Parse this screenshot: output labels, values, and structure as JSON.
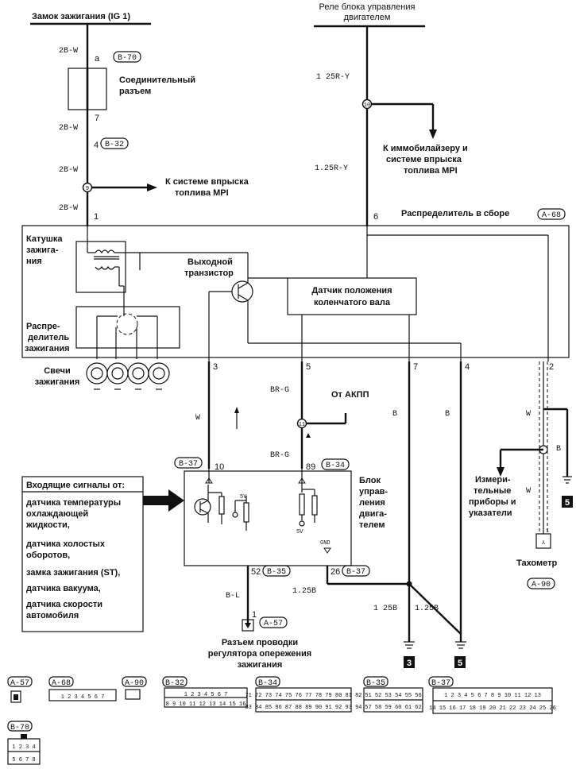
{
  "labels": {
    "ignition_switch": "Замок зажигания (IG 1)",
    "relay_line1": "Реле блока управления",
    "relay_line2": "двигателем",
    "connector_line1": "Соединительный",
    "connector_line2": "разъем",
    "to_mpi_1": "К системе впрыска",
    "to_mpi_2": "топлива MPI",
    "to_immo_1": "К иммобилайзеру и",
    "to_immo_2": "системе впрыска",
    "to_immo_3": "топлива MPI",
    "distributor_assembly": "Распределитель в сборе",
    "coil_1": "Катушка",
    "coil_2": "зажига-",
    "coil_3": "ния",
    "transistor_1": "Выходной",
    "transistor_2": "транзистор",
    "crank_sensor_1": "Датчик положения",
    "crank_sensor_2": "коленчатого вала",
    "distributor_1": "Распре-",
    "distributor_2": "делитель",
    "distributor_3": "зажигания",
    "plugs_1": "Свечи",
    "plugs_2": "зажигания",
    "from_akpp": "От АКПП",
    "ecu_1": "Блок",
    "ecu_2": "управ-",
    "ecu_3": "ления",
    "ecu_4": "двига-",
    "ecu_5": "телем",
    "gauges_1": "Измери-",
    "gauges_2": "тельные",
    "gauges_3": "приборы и",
    "gauges_4": "указатели",
    "tachometer": "Тахометр",
    "harness_1": "Разъем проводки",
    "harness_2": "регулятора опережения",
    "harness_3": "зажигания",
    "five_v_a": "5V",
    "five_v_b": "5V",
    "gnd": "GND"
  },
  "inputs": {
    "title": "Входящие сигналы от:",
    "items": [
      "датчика температуры",
      "охлаждающей",
      "жидкости,",
      "датчика холостых",
      "оборотов,",
      "замка зажигания (ST),",
      "датчика вакуума,",
      "датчика скорости",
      "автомобиля"
    ]
  },
  "wires": {
    "w1": "2B-W",
    "w2": "2B-W",
    "w3": "2B-W",
    "w4": "2B-W",
    "r1": "1 25R-Y",
    "r2": "1.25R-Y",
    "w_ecu": "W",
    "brg1": "BR-G",
    "brg2": "BR-G",
    "b1": "B",
    "b2": "B",
    "w_tach1": "W",
    "w_tach2": "W",
    "b_tach": "B",
    "bl": "B-L",
    "b125_1": "1.25B",
    "b125_2": "1 25B",
    "b125_3": "1.25B"
  },
  "pins": {
    "p_a": "a",
    "p_7": "7",
    "p_4": "4",
    "p_1": "1",
    "p_6": "6",
    "p_3": "3",
    "p_5": "5",
    "p_7b": "7",
    "p_4b": "4",
    "p_2": "2",
    "p_10": "10",
    "p_89": "89",
    "p_52": "52",
    "p_26": "26",
    "p_1b": "1",
    "p_1t": "1"
  },
  "junctions": {
    "j9": "9",
    "j10": "10",
    "j11": "11"
  },
  "connectors": {
    "b70": "B-70",
    "b32": "B-32",
    "a68": "A-68",
    "b37": "B-37",
    "b34": "B-34",
    "b35": "B-35",
    "a57": "A-57",
    "a90": "A-90"
  },
  "grounds": {
    "g5a": "5",
    "g3": "3",
    "g5b": "5"
  },
  "legend": {
    "a57": "A-57",
    "a68": "A-68",
    "a68_pins": "1 2 3 4 5 6 7",
    "a90": "A-90",
    "b32": "B-32",
    "b32_pins_top": "1 2 3   4 5 6 7",
    "b32_pins_bot": "8 9 10 11 12 13 14 15 16",
    "b34": "B-34",
    "b34_pins_top": "71 72 73 74 75 76 77 78 79 80 81 82",
    "b34_pins_bot": "83 84 85 86 87 88 89 90 91 92 93 94",
    "b35": "B-35",
    "b35_pins_top": "51 52 53 54 55 56",
    "b35_pins_bot": "57 58 59 60 61 62",
    "b37": "B-37",
    "b37_pins_top": "1 2 3 4 5 6 7 8 9 10 11 12 13",
    "b37_pins_bot": "14 15 16 17 18 19 20 21 22 23 24 25 26",
    "b70": "B-70",
    "b70_pins_top": "1 2 3 4",
    "b70_pins_bot": "5 6 7 8"
  }
}
